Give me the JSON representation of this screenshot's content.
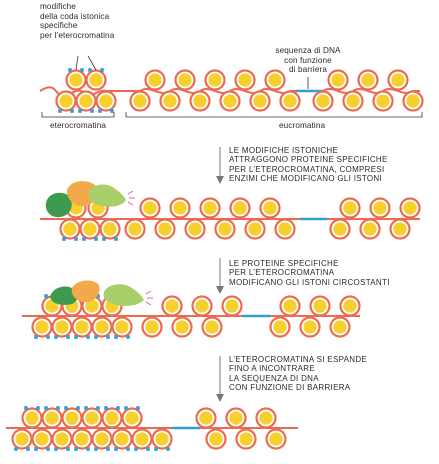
{
  "labels": {
    "heterochromatin_mods": "modifiche\ndella coda istonica\nspecifiche\nper l’eterocromatina",
    "barrier_dna": "sequenza di DNA\ncon funzione\ndi barriera",
    "heterochromatin": "eterocromatina",
    "euchromatin": "eucromatina"
  },
  "steps": [
    "LE MODIFICHE ISTONICHE\nATTRAGGONO PROTEINE SPECIFICHE\nPER L’ETEROCROMATINA, COMPRESI\nENZIMI CHE MODIFICANO GLI ISTONI",
    "LE PROTEINE SPECIFICHE\nPER L’ETEROCROMATINA\nMODIFICANO GLI ISTONI CIRCOSTANTI",
    "L’ETEROCROMATINA SI ESPANDE\nFINO A INCONTRARE\nLA SEQUENZA DI DNA\nCON FUNZIONE DI BARRIERA"
  ],
  "colors": {
    "dna": "#ee6a4e",
    "nucleosome_ring": "#ee6a4e",
    "nucleosome_core": "#f7d02c",
    "barrier_dna": "#2f9fd8",
    "histone_mark": "#2f9fd8",
    "protein_dark_green": "#3e9a4f",
    "protein_orange": "#f3a94a",
    "protein_light_green": "#a8cf6a",
    "enzyme_signal": "#e85aa5",
    "arrow": "#777777"
  }
}
